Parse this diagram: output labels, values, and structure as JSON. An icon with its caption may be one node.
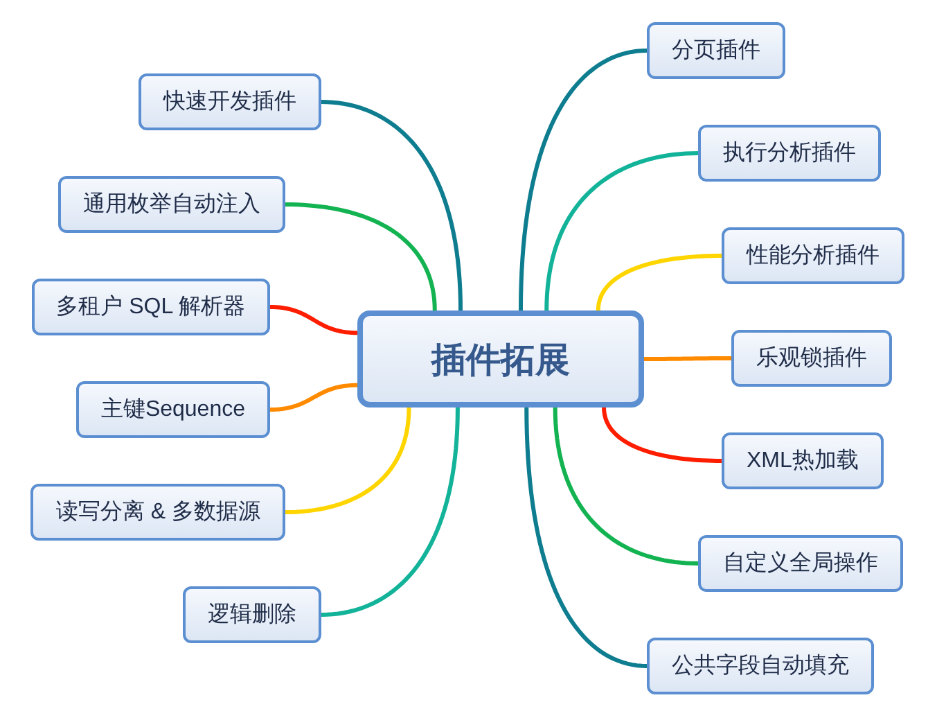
{
  "diagram": {
    "nodes": [
      {
        "text": [
          "插件拓展"
        ]
      },
      {
        "text": [
          "快速开发插件"
        ]
      },
      {
        "text": [
          "通用枚举自动注入"
        ]
      },
      {
        "text": [
          "多租户 SQL 解析器"
        ]
      },
      {
        "text": [
          "主键Sequence"
        ]
      },
      {
        "text": [
          "读写分离 & 多数据源"
        ]
      },
      {
        "text": [
          "逻辑删除"
        ]
      },
      {
        "text": [
          "分页插件"
        ]
      },
      {
        "text": [
          "执行分析插件"
        ]
      },
      {
        "text": [
          "性能分析插件"
        ]
      },
      {
        "text": [
          "乐观锁插件"
        ]
      },
      {
        "text": [
          "XML热加载"
        ]
      },
      {
        "text": [
          "自定义全局操作"
        ]
      },
      {
        "text": [
          "公共字段自动填充"
        ]
      }
    ],
    "edges": [
      {
        "from": 0,
        "to": 1,
        "arrow": "none",
        "color": "#0e7d8f"
      },
      {
        "from": 0,
        "to": 2,
        "arrow": "none",
        "color": "#13b352"
      },
      {
        "from": 0,
        "to": 3,
        "arrow": "none",
        "color": "#ff1d00"
      },
      {
        "from": 0,
        "to": 4,
        "arrow": "none",
        "color": "#ff8a00"
      },
      {
        "from": 0,
        "to": 5,
        "arrow": "none",
        "color": "#ffd500"
      },
      {
        "from": 0,
        "to": 6,
        "arrow": "none",
        "color": "#13b39a"
      },
      {
        "from": 0,
        "to": 7,
        "arrow": "none",
        "color": "#0e7d8f"
      },
      {
        "from": 0,
        "to": 8,
        "arrow": "none",
        "color": "#13b39a"
      },
      {
        "from": 0,
        "to": 9,
        "arrow": "none",
        "color": "#ffd500"
      },
      {
        "from": 0,
        "to": 10,
        "arrow": "none",
        "color": "#ff8a00"
      },
      {
        "from": 0,
        "to": 11,
        "arrow": "none",
        "color": "#ff1d00"
      },
      {
        "from": 0,
        "to": 12,
        "arrow": "none",
        "color": "#13b352"
      },
      {
        "from": 0,
        "to": 13,
        "arrow": "none",
        "color": "#0e7d8f"
      }
    ]
  }
}
